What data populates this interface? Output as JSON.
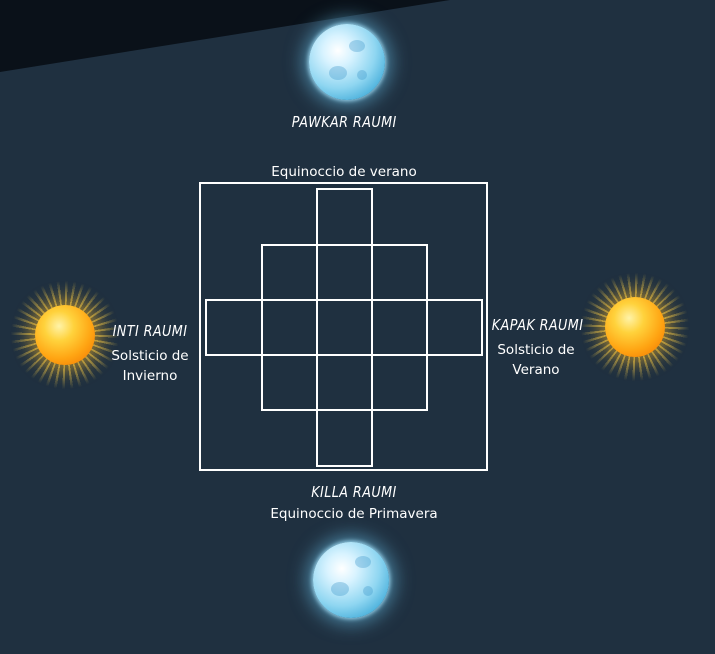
{
  "labels": {
    "top": {
      "name": "PAWKAR RAUMI"
    },
    "box_top": "Equinoccio de verano",
    "left": {
      "name": "INTI RAUMI",
      "desc_line1": "Solsticio de",
      "desc_line2": "Invierno"
    },
    "right": {
      "name": "KAPAK RAUMI",
      "desc_line1": "Solsticio de",
      "desc_line2": "Verano"
    },
    "bottom": {
      "name": "KILLA RAUMI",
      "desc": "Equinoccio de Primavera"
    }
  },
  "icons": {
    "top": "moon-icon",
    "bottom": "moon-icon",
    "left": "sun-icon",
    "right": "sun-icon"
  },
  "colors": {
    "background": "#1f3040",
    "corner": "#0a1119",
    "lines": "#ffffff"
  }
}
